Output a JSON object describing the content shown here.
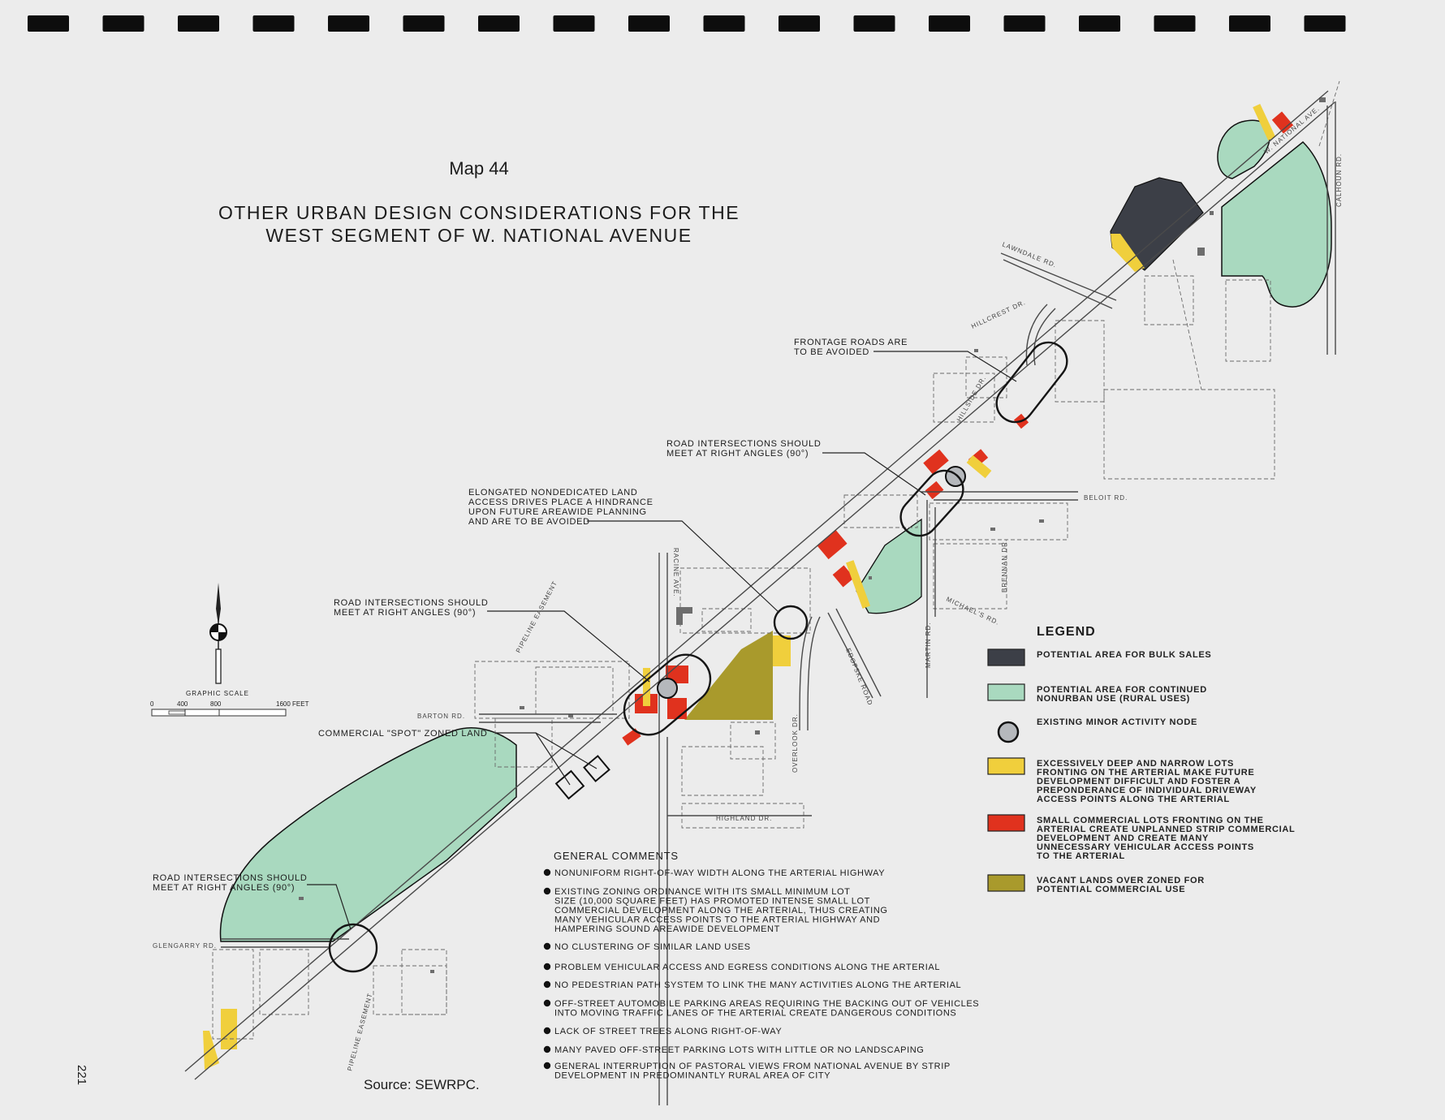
{
  "title": {
    "map_number": "Map 44",
    "heading": [
      "OTHER URBAN DESIGN CONSIDERATIONS FOR THE",
      "WEST SEGMENT OF W. NATIONAL AVENUE"
    ]
  },
  "annotations": {
    "frontage": [
      "FRONTAGE ROADS ARE",
      "TO BE AVOIDED"
    ],
    "intersection_upper": [
      "ROAD INTERSECTIONS SHOULD",
      "MEET AT RIGHT ANGLES (90°)"
    ],
    "elongated": [
      "ELONGATED NONDEDICATED LAND",
      "ACCESS DRIVES PLACE A HINDRANCE",
      "UPON FUTURE AREAWIDE PLANNING",
      "AND ARE TO BE AVOIDED"
    ],
    "intersection_mid": [
      "ROAD INTERSECTIONS SHOULD",
      "MEET AT RIGHT ANGLES (90°)"
    ],
    "spot_zoned": "COMMERCIAL \"SPOT\" ZONED LAND",
    "intersection_lower": [
      "ROAD INTERSECTIONS SHOULD",
      "MEET AT RIGHT ANGLES (90°)"
    ]
  },
  "streets": {
    "national": "W. NATIONAL AVE.",
    "calhoun": "CALHOUN RD.",
    "lawndale": "LAWNDALE RD.",
    "hillcrest": "HILLCREST DR.",
    "hillside": "HILLSIDE DR.",
    "beloit": "BELOIT RD.",
    "brennan": "BRENNAN DR.",
    "michaels": "MICHAEL'S RD.",
    "martin": "MARTIN RD.",
    "edofske": "EDOFSKE ROAD",
    "overlook": "OVERLOOK DR.",
    "racine": "RACINE AVE.",
    "barton": "BARTON RD.",
    "highland": "HIGHLAND DR.",
    "glengarry": "GLENGARRY RD.",
    "pipeline_upper": "PIPELINE EASEMENT",
    "pipeline_lower": "PIPELINE EASEMENT"
  },
  "legend": {
    "title": "LEGEND",
    "items": [
      {
        "lines": [
          "POTENTIAL AREA FOR BULK SALES"
        ],
        "color": "#3c3f47"
      },
      {
        "lines": [
          "POTENTIAL AREA FOR CONTINUED",
          "NONURBAN USE (RURAL USES)"
        ],
        "color": "#a9d9bf"
      },
      {
        "lines": [
          "EXISTING MINOR ACTIVITY NODE"
        ],
        "color": "#b5b8bc"
      },
      {
        "lines": [
          "EXCESSIVELY DEEP AND NARROW LOTS",
          "FRONTING ON THE ARTERIAL MAKE FUTURE",
          "DEVELOPMENT DIFFICULT AND FOSTER A",
          "PREPONDERANCE OF INDIVIDUAL DRIVEWAY",
          "ACCESS POINTS ALONG THE ARTERIAL"
        ],
        "color": "#f0cf3c"
      },
      {
        "lines": [
          "SMALL COMMERCIAL LOTS FRONTING ON THE",
          "ARTERIAL CREATE UNPLANNED STRIP COMMERCIAL",
          "DEVELOPMENT AND CREATE MANY",
          "UNNECESSARY VEHICULAR ACCESS POINTS",
          "TO THE ARTERIAL"
        ],
        "color": "#e0321e"
      },
      {
        "lines": [
          "VACANT LANDS  OVER ZONED FOR",
          "POTENTIAL COMMERCIAL USE"
        ],
        "color": "#a99a2c"
      }
    ]
  },
  "general_comments": {
    "title": "GENERAL COMMENTS",
    "items": [
      [
        "NONUNIFORM RIGHT-OF-WAY WIDTH ALONG THE ARTERIAL HIGHWAY"
      ],
      [
        "EXISTING ZONING ORDINANCE WITH ITS SMALL MINIMUM LOT",
        "SIZE (10,000 SQUARE FEET) HAS PROMOTED INTENSE SMALL LOT",
        "COMMERCIAL DEVELOPMENT ALONG THE ARTERIAL, THUS CREATING",
        "MANY VEHICULAR ACCESS POINTS TO THE ARTERIAL HIGHWAY AND",
        "HAMPERING SOUND AREAWIDE DEVELOPMENT"
      ],
      [
        "NO CLUSTERING OF SIMILAR LAND USES"
      ],
      [
        "PROBLEM VEHICULAR ACCESS AND EGRESS CONDITIONS ALONG THE ARTERIAL"
      ],
      [
        "NO PEDESTRIAN PATH SYSTEM TO LINK THE MANY ACTIVITIES ALONG THE ARTERIAL"
      ],
      [
        "OFF-STREET AUTOMOBILE PARKING AREAS REQUIRING THE BACKING OUT OF VEHICLES",
        "INTO MOVING TRAFFIC LANES OF THE ARTERIAL CREATE DANGEROUS CONDITIONS"
      ],
      [
        "LACK OF STREET TREES ALONG RIGHT-OF-WAY"
      ],
      [
        "MANY PAVED OFF-STREET PARKING LOTS WITH LITTLE OR NO LANDSCAPING"
      ],
      [
        "GENERAL INTERRUPTION OF PASTORAL VIEWS FROM NATIONAL AVENUE BY STRIP",
        "DEVELOPMENT IN PREDOMINANTLY RURAL AREA OF CITY"
      ]
    ]
  },
  "scale": {
    "title": "GRAPHIC SCALE",
    "ticks": [
      "0",
      "400",
      "800",
      "1600 FEET"
    ]
  },
  "source": "Source: SEWRPC.",
  "page_number": "221",
  "colors": {
    "background": "#ececec",
    "bulk": "#3c3f47",
    "rural": "#a9d9bf",
    "node": "#b5b8bc",
    "deep_lots": "#f0cf3c",
    "commercial": "#e0321e",
    "vacant": "#a99a2c"
  }
}
